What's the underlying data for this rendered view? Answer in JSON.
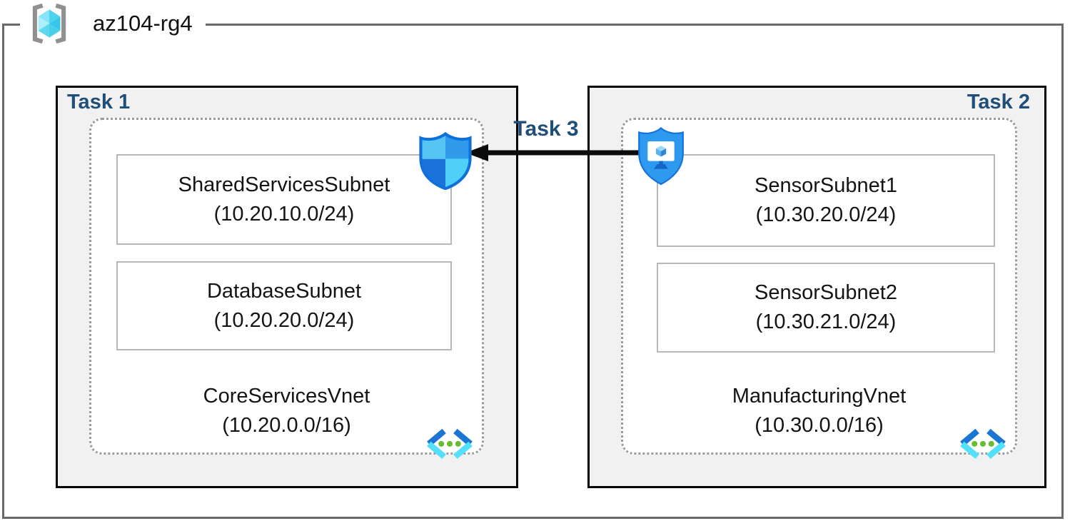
{
  "resource_group": {
    "name": "az104-rg4"
  },
  "labels": {
    "task1": "Task 1",
    "task2": "Task 2",
    "task3": "Task 3"
  },
  "vnets": [
    {
      "name": "CoreServicesVnet",
      "cidr": "(10.20.0.0/16)",
      "subnets": [
        {
          "name": "SharedServicesSubnet",
          "cidr": "(10.20.10.0/24)"
        },
        {
          "name": "DatabaseSubnet",
          "cidr": "(10.20.20.0/24)"
        }
      ]
    },
    {
      "name": "ManufacturingVnet",
      "cidr": "(10.30.0.0/16)",
      "subnets": [
        {
          "name": "SensorSubnet1",
          "cidr": "(10.30.20.0/24)"
        },
        {
          "name": "SensorSubnet2",
          "cidr": "(10.30.21.0/24)"
        }
      ]
    }
  ],
  "icons": {
    "resource_group": "resource-group-icon",
    "nsg": "nsg-shield-icon",
    "asg": "asg-monitor-shield-icon",
    "virtual_network": "virtual-network-icon"
  },
  "colors": {
    "task_title": "#1F4E79",
    "rg_border": "#696969",
    "task_box_border": "#000000",
    "task_box_fill": "#F1F1F2",
    "vnet_dotted_border": "#9B9B9B",
    "subnet_border": "#B7B7B7",
    "arrow": "#0B0B0B",
    "shield_outline": "#0F70DB",
    "asg_fill": "#2D9AF0",
    "vnet_icon_blue": "#1B76D3",
    "vnet_icon_cyan": "#54E0FB",
    "vnet_icon_green": "#69BD32"
  }
}
